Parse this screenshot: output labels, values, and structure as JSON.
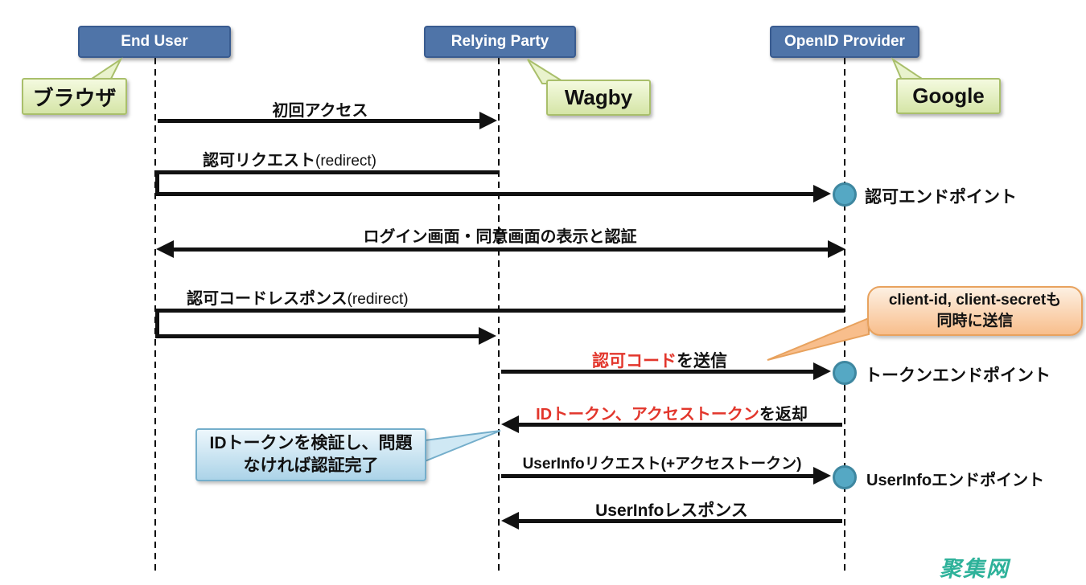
{
  "actors": [
    {
      "title": "End User",
      "tag": "ブラウザ"
    },
    {
      "title": "Relying Party",
      "tag": "Wagby"
    },
    {
      "title": "OpenID Provider",
      "tag": "Google"
    }
  ],
  "messages": {
    "initial_access": "初回アクセス",
    "auth_request": "認可リクエスト",
    "auth_request_paren": "(redirect)",
    "login_consent": "ログイン画面・同意画面の表示と認証",
    "auth_code_response": "認可コードレスポンス",
    "auth_code_response_paren": "(redirect)",
    "send_code_highlight": "認可コード",
    "send_code_rest": "を送信",
    "return_tokens_highlight": "IDトークン、アクセストークン",
    "return_tokens_rest": "を返却",
    "userinfo_request": "UserInfoリクエスト(+アクセストークン)",
    "userinfo_response": "UserInfoレスポンス"
  },
  "endpoints": {
    "authorization": "認可エンドポイント",
    "token": "トークンエンドポイント",
    "userinfo": "UserInfoエンドポイント"
  },
  "callouts": {
    "client_secret": "client-id, client-secretも同時に送信",
    "id_token_verify": "IDトークンを検証し、問題なければ認証完了"
  },
  "watermark": "聚集网",
  "colors": {
    "actor_fill": "#4F74A8",
    "actor_border": "#3A5C90",
    "tag_fill": "#E4F0C4",
    "tag_border": "#A9BF6B",
    "endpoint_fill": "#55A8C4",
    "endpoint_border": "#3E87A0",
    "highlight_red": "#E2362C",
    "note_orange_fill": "#F8BE8C",
    "note_blue_fill": "#ABD3E8",
    "watermark_teal": "#2EB29A",
    "line_black": "#111111"
  }
}
